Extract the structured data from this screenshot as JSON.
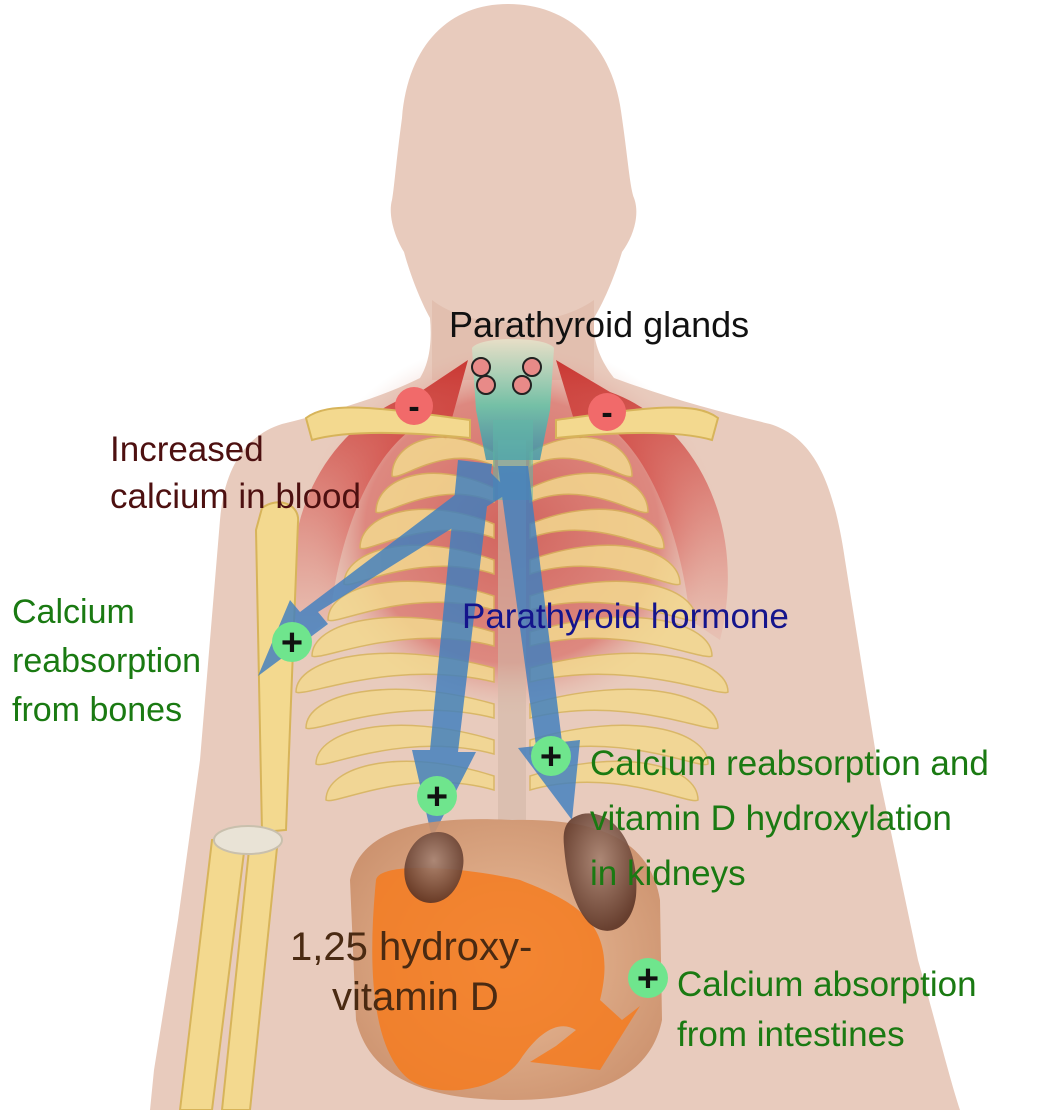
{
  "labels": {
    "parathyroid_glands": "Parathyroid glands",
    "increased_calcium": [
      "Increased",
      "calcium in blood"
    ],
    "bone_reabsorption": [
      "Calcium",
      "reabsorption",
      "from bones"
    ],
    "parathyroid_hormone": "Parathyroid hormone",
    "kidney_effect": [
      "Calcium reabsorption and",
      "vitamin D hydroxylation",
      "in kidneys"
    ],
    "vitamin_d": [
      "1,25 hydroxy-",
      "vitamin D"
    ],
    "intestine_effect": [
      "Calcium absorption",
      "from intestines"
    ]
  },
  "markers": {
    "stimulate": "+",
    "inhibit": "-"
  },
  "colors": {
    "skin": "#e8cbbd",
    "skin_shade": "#d9ab98",
    "bone": "#f3d98f",
    "bone_edge": "#d7b45a",
    "feedback_red": "#cf3f3a",
    "hormone_blue": "#3f7fbf",
    "vitamin_orange": "#f57b20",
    "kidney_brown": "#7a4a38",
    "intestine": "#e0aa85",
    "plus_fill": "#6fe58d",
    "minus_fill": "#f16a6a",
    "text_dark_red": "#4d1010",
    "text_green": "#1a7a12",
    "text_blue": "#14148c",
    "text_brown": "#4a2a12",
    "text_black": "#111111"
  }
}
